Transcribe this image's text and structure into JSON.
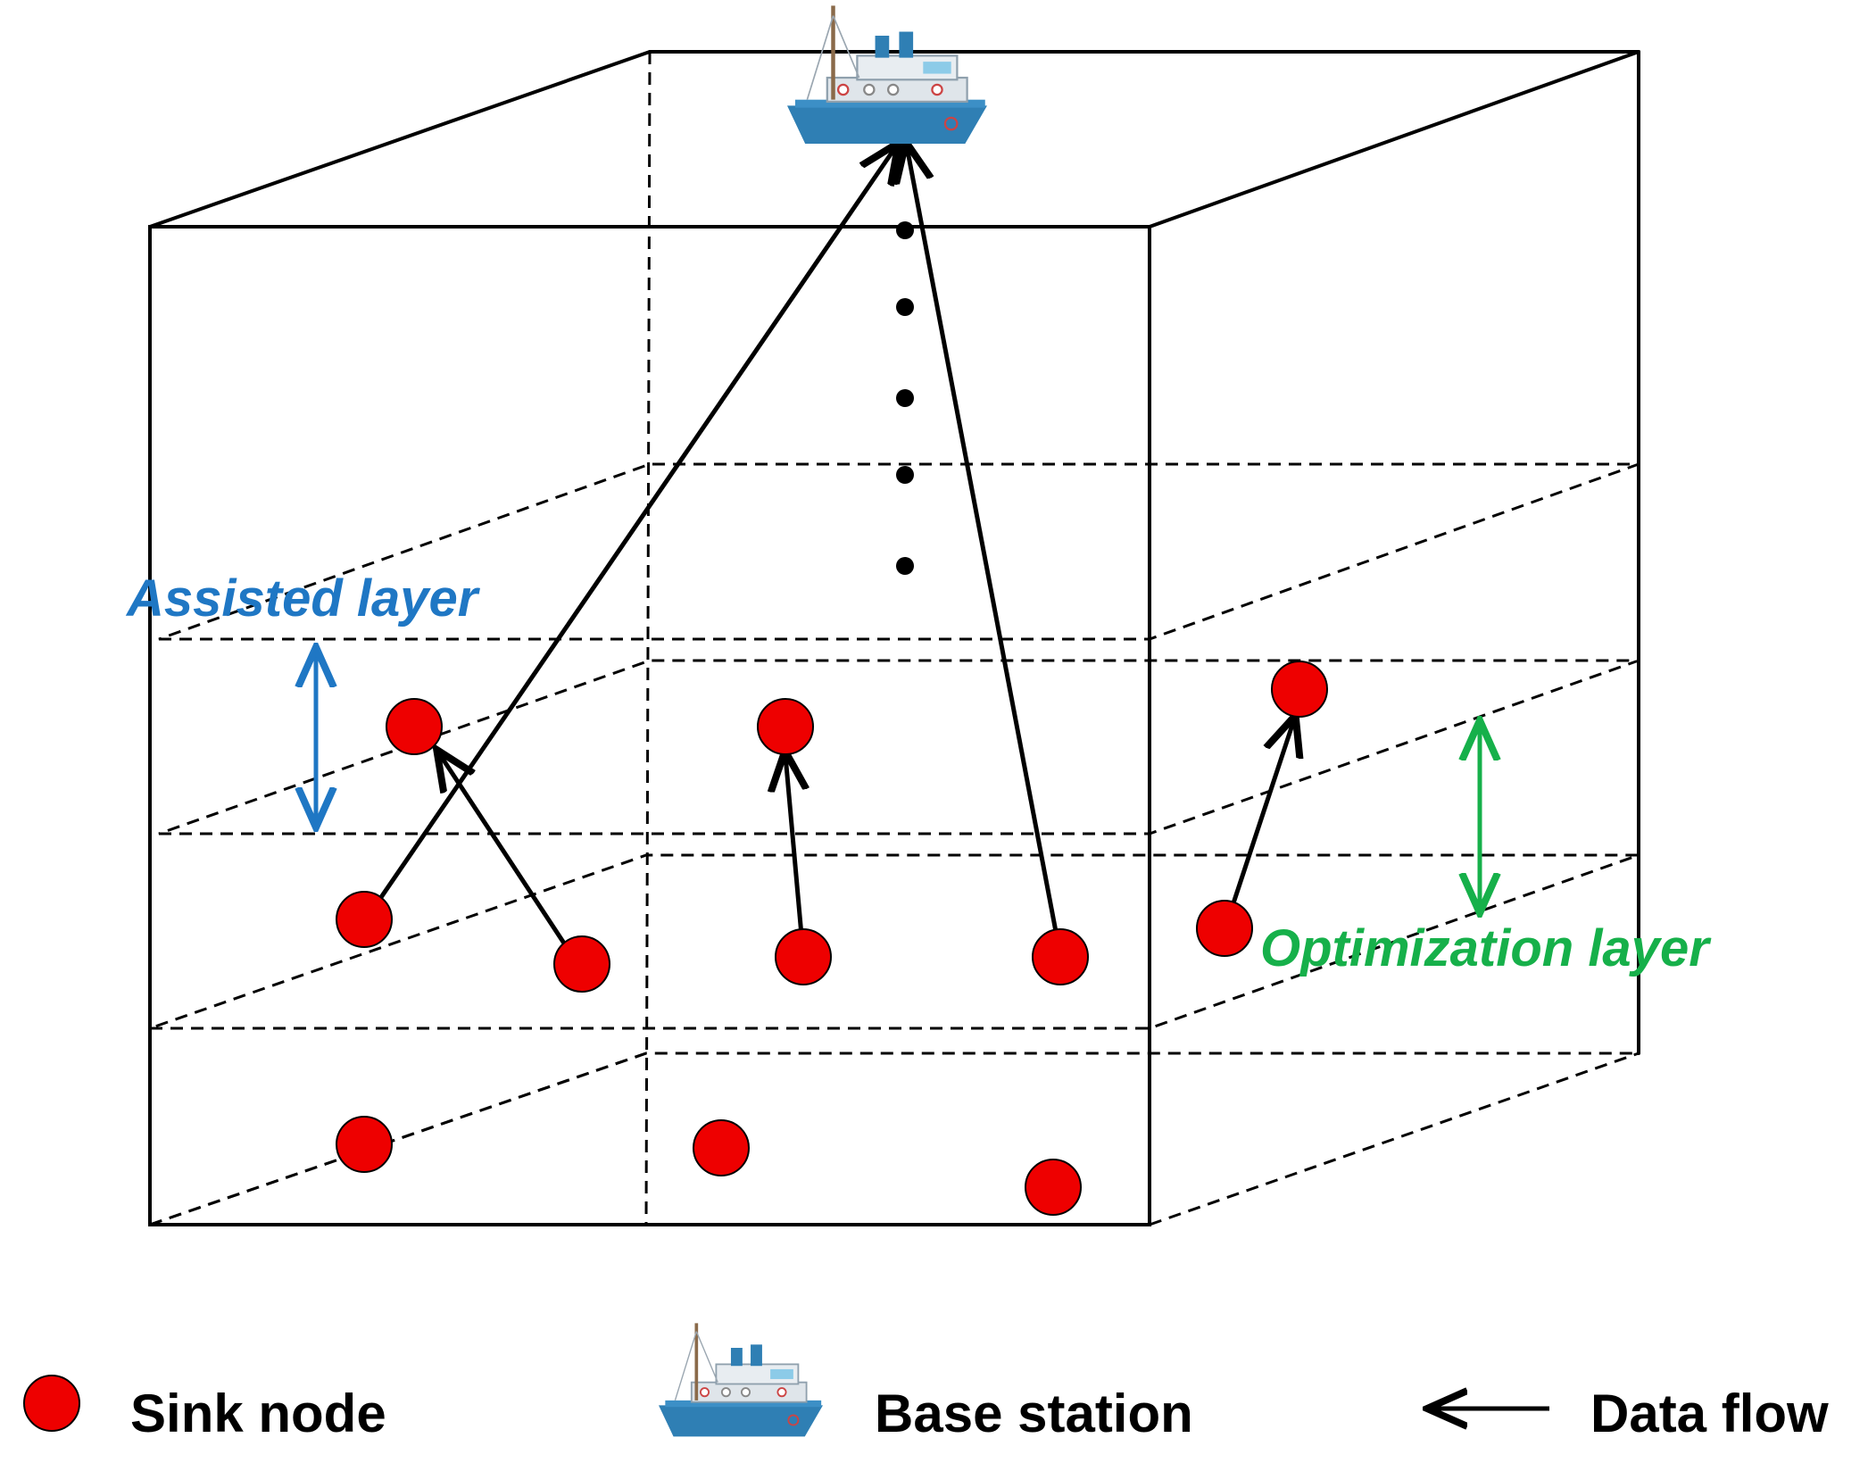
{
  "labels": {
    "assisted_layer": "Assisted layer",
    "optimization_layer": "Optimization layer"
  },
  "legend": {
    "sink_node": "Sink node",
    "base_station": "Base station",
    "data_flow": "Data flow"
  },
  "colors": {
    "sink_node": "#ee0000",
    "assisted_layer": "#1f77c4",
    "optimization_layer": "#16b04a",
    "edges": "#000000",
    "ship_hull": "#2f7fb4",
    "ship_cabin": "#dfe5ea"
  },
  "icons": {
    "base_station": "ship-icon",
    "sink_node": "red-circle-icon",
    "data_flow": "arrow-left-icon"
  }
}
